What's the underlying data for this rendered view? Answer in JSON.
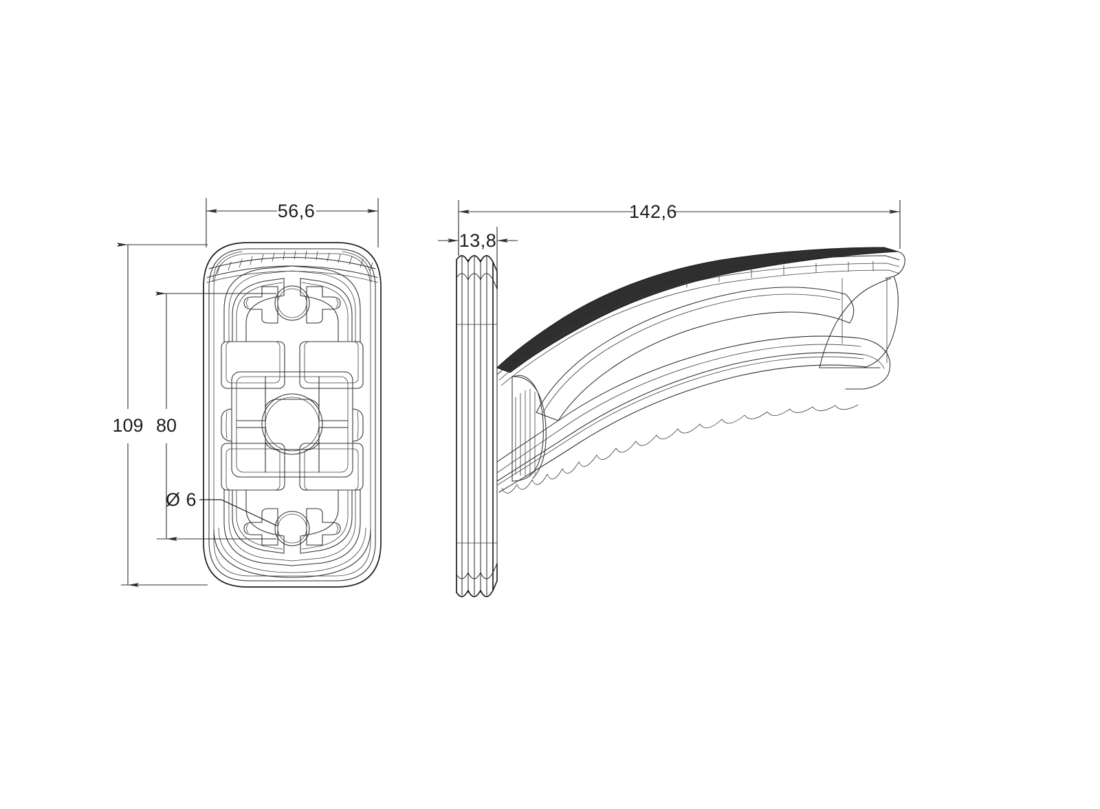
{
  "document": {
    "type": "engineering-drawing",
    "description": "Two-view mechanical part drawing: front view and side elevation",
    "background_color": "#ffffff",
    "line_color": "#1d1d1d"
  },
  "views": {
    "front": {
      "name": "front-view",
      "label": ""
    },
    "side": {
      "name": "side-view",
      "label": ""
    }
  },
  "dimensions": {
    "width_overall": {
      "value": "56,6",
      "name": "dimension-56-6",
      "orientation": "horizontal",
      "view": "front"
    },
    "height_overall": {
      "value": "109",
      "name": "dimension-109",
      "orientation": "vertical",
      "view": "front"
    },
    "height_hole_centers": {
      "value": "80",
      "name": "dimension-80",
      "orientation": "vertical",
      "view": "front"
    },
    "hole_diameter": {
      "value": "Ø 6",
      "name": "dimension-diameter-6",
      "orientation": "leader",
      "view": "front"
    },
    "length_overall": {
      "value": "142,6",
      "name": "dimension-142-6",
      "orientation": "horizontal",
      "view": "side"
    },
    "thickness": {
      "value": "13,8",
      "name": "dimension-13-8",
      "orientation": "horizontal",
      "view": "side"
    }
  }
}
